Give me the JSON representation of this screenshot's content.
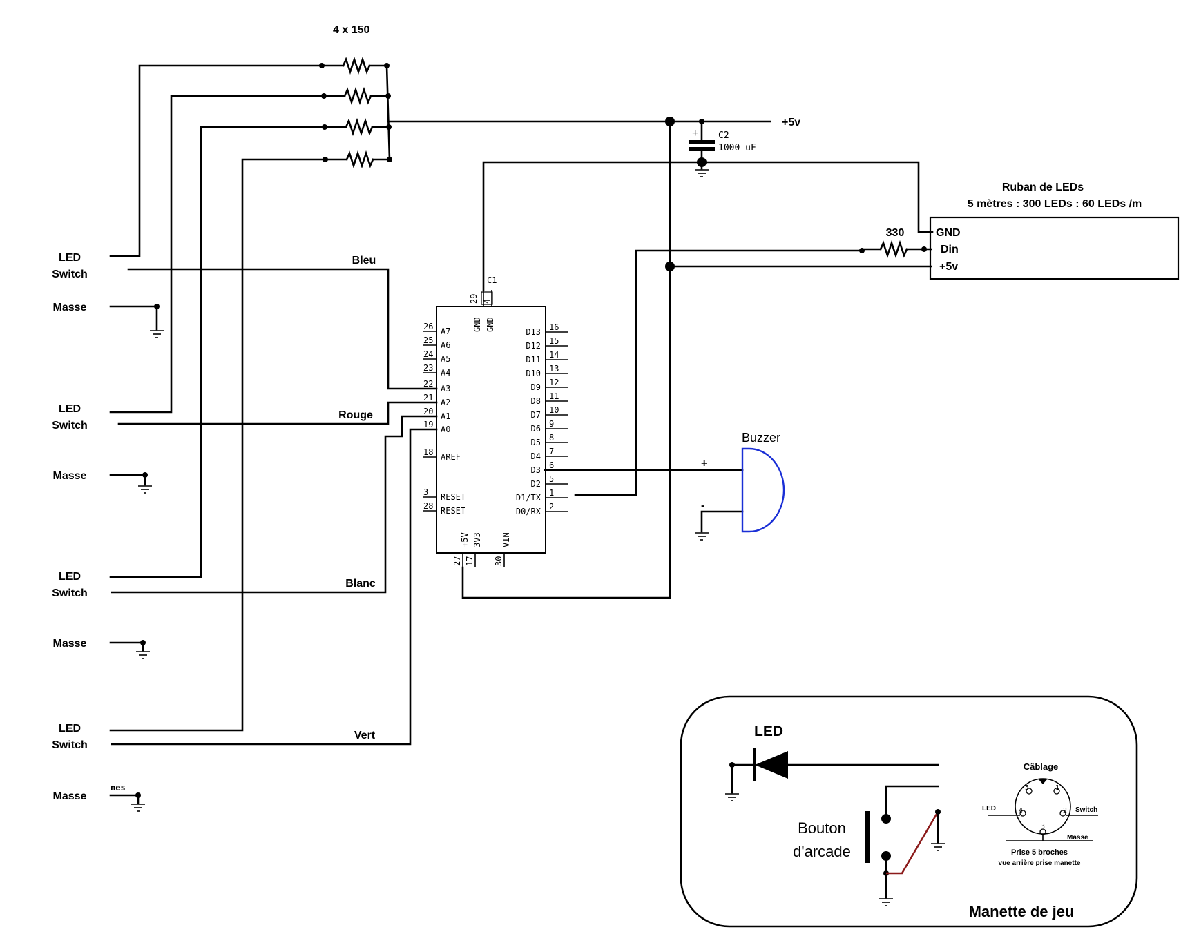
{
  "resistors_top": {
    "label": "4 x 150"
  },
  "power": {
    "rail_label": "+5v"
  },
  "capacitor": {
    "ref": "C2",
    "value": "1000 uF",
    "polarity": "+"
  },
  "strip": {
    "title": "Ruban de LEDs",
    "subtitle": "5 mètres : 300 LEDs : 60 LEDs /m",
    "pins": [
      "GND",
      "Din",
      "+5v"
    ],
    "resistor": "330"
  },
  "left_connectors": [
    {
      "led": "LED",
      "switch": "Switch",
      "ground": "Masse",
      "wire": "Bleu"
    },
    {
      "led": "LED",
      "switch": "Switch",
      "ground": "Masse",
      "wire": "Rouge"
    },
    {
      "led": "LED",
      "switch": "Switch",
      "ground": "Masse",
      "wire": "Blanc"
    },
    {
      "led": "LED",
      "switch": "Switch",
      "ground": "Masse",
      "wire": "Vert"
    }
  ],
  "stray_text": "nes",
  "ic": {
    "ref": "C1",
    "top_pins": [
      {
        "num": "29",
        "name": "GND"
      },
      {
        "num": "4",
        "name": "GND"
      }
    ],
    "left_pins": [
      {
        "num": "26",
        "name": "A7"
      },
      {
        "num": "25",
        "name": "A6"
      },
      {
        "num": "24",
        "name": "A5"
      },
      {
        "num": "23",
        "name": "A4"
      },
      {
        "num": "22",
        "name": "A3"
      },
      {
        "num": "21",
        "name": "A2"
      },
      {
        "num": "20",
        "name": "A1"
      },
      {
        "num": "19",
        "name": "A0"
      },
      {
        "num": "18",
        "name": "AREF"
      },
      {
        "num": "3",
        "name": "RESET"
      },
      {
        "num": "28",
        "name": "RESET"
      }
    ],
    "right_pins": [
      {
        "num": "16",
        "name": "D13"
      },
      {
        "num": "15",
        "name": "D12"
      },
      {
        "num": "14",
        "name": "D11"
      },
      {
        "num": "13",
        "name": "D10"
      },
      {
        "num": "12",
        "name": "D9"
      },
      {
        "num": "11",
        "name": "D8"
      },
      {
        "num": "10",
        "name": "D7"
      },
      {
        "num": "9",
        "name": "D6"
      },
      {
        "num": "8",
        "name": "D5"
      },
      {
        "num": "7",
        "name": "D4"
      },
      {
        "num": "6",
        "name": "D3"
      },
      {
        "num": "5",
        "name": "D2"
      },
      {
        "num": "1",
        "name": "D1/TX"
      },
      {
        "num": "2",
        "name": "D0/RX"
      }
    ],
    "bottom_pins": [
      {
        "num": "27",
        "name": "+5V"
      },
      {
        "num": "17",
        "name": "3V3"
      },
      {
        "num": "30",
        "name": "VIN"
      }
    ]
  },
  "buzzer": {
    "label": "Buzzer",
    "plus": "+",
    "minus": "-"
  },
  "gamepad": {
    "title": "Manette de jeu",
    "led_label": "LED",
    "button_line1": "Bouton",
    "button_line2": "d'arcade",
    "plug": {
      "title": "Câblage",
      "led": "LED",
      "switch": "Switch",
      "ground": "Masse",
      "caption1": "Prise 5 broches",
      "caption2": "vue arrière prise manette",
      "pins": [
        "5",
        "1",
        "4",
        "2",
        "3"
      ]
    },
    "colors": {
      "plug_title": "#1c3fc4",
      "switch_wire": "#8b1a1a"
    }
  },
  "colors": {
    "buzzer": "#1a2fd6"
  }
}
